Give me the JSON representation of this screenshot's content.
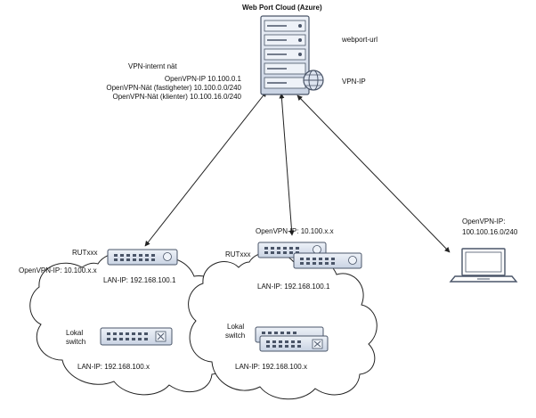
{
  "cloud": {
    "title": "Web Port Cloud (Azure)",
    "url_label": "webport-url",
    "vpn_ip_label": "VPN-IP"
  },
  "vpn_internal": {
    "heading": "VPN-internt nät",
    "lines": [
      "OpenVPN-IP  10.100.0.1",
      "OpenVPN-Nät (fastigheter)  10.100.0.0/240",
      "OpenVPN-Nät (klienter)  10.100.16.0/240"
    ]
  },
  "site_left": {
    "router_name": "RUTxxx",
    "openvpn_ip": "OpenVPN-IP: 10.100.x.x",
    "lan_ip": "LAN-IP: 192.168.100.1",
    "switch_name_line1": "Lokal",
    "switch_name_line2": "switch",
    "switch_lan_ip": "LAN-IP: 192.168.100.x"
  },
  "site_right": {
    "router_name": "RUTxxx",
    "openvpn_ip": "OpenVPN-IP: 10.100.x.x",
    "lan_ip": "LAN-IP: 192.168.100.1",
    "switch_name_line1": "Lokal",
    "switch_name_line2": "switch",
    "switch_lan_ip": "LAN-IP: 192.168.100.x"
  },
  "client": {
    "openvpn_label": "OpenVPN-IP:",
    "openvpn_ip": "100.100.16.0/240"
  },
  "colors": {
    "device_fill": "#dde4f0",
    "device_stroke": "#4a5568",
    "line": "#222222"
  },
  "icons": {
    "server": "server-rack-icon",
    "globe": "globe-icon",
    "router": "router-icon",
    "switch": "switch-icon",
    "laptop": "laptop-icon"
  }
}
